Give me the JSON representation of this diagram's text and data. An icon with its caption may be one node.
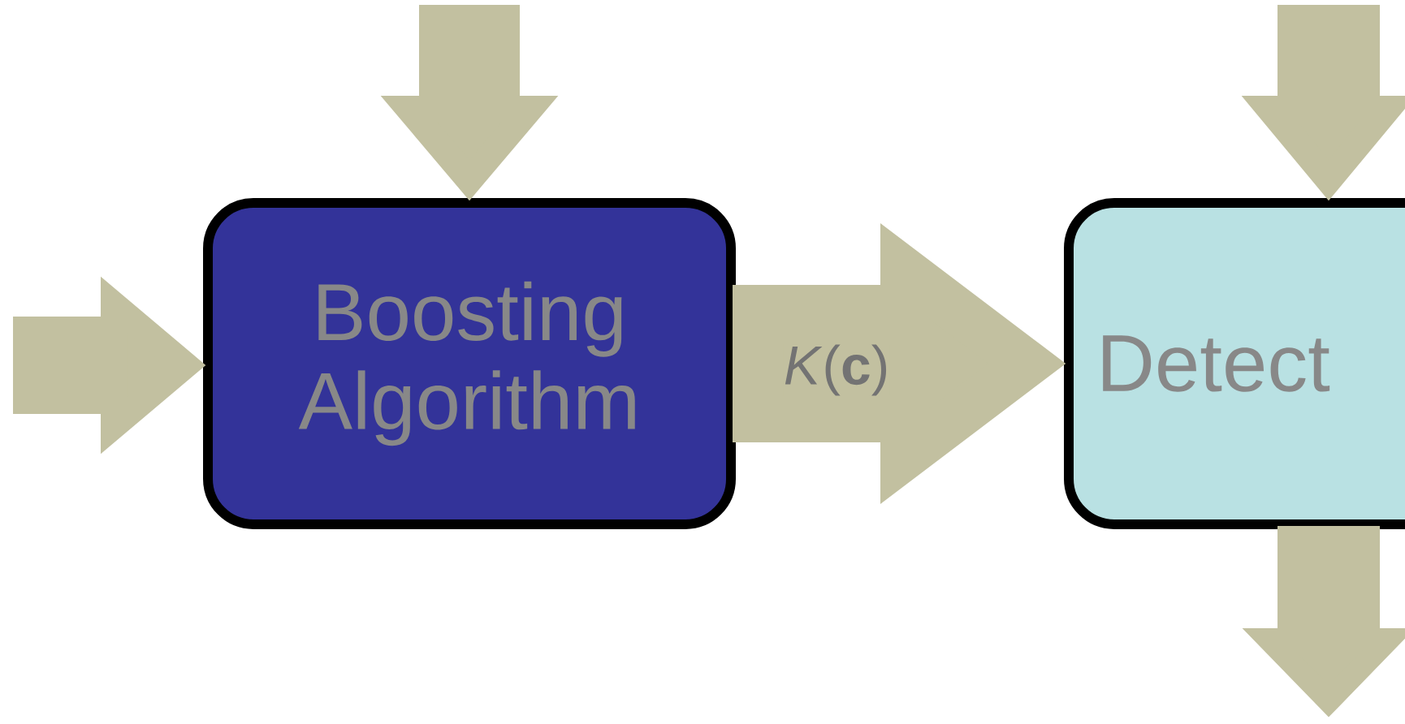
{
  "diagram": {
    "nodes": [
      {
        "text": [
          "Boosting Algorithm"
        ]
      },
      {
        "text": [
          "Detect"
        ]
      }
    ],
    "edges": [
      {
        "from": null,
        "to": 0,
        "arrow": "to"
      },
      {
        "from": null,
        "to": 0,
        "arrow": "to"
      },
      {
        "from": 0,
        "to": 1,
        "arrow": "to",
        "label": "*K*(**c**)"
      },
      {
        "from": null,
        "to": 1,
        "arrow": "to"
      },
      {
        "from": 1,
        "to": null,
        "arrow": "to"
      }
    ]
  }
}
